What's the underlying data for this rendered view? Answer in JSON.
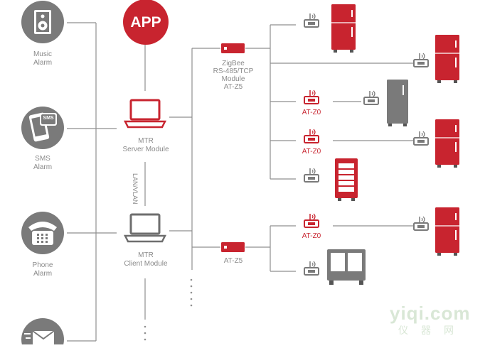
{
  "alarms": {
    "music": "Music\nAlarm",
    "sms": "SMS\nAlarm",
    "sms_icon_text": "SMS",
    "phone": "Phone\nAlarm"
  },
  "app": {
    "label": "APP"
  },
  "server": {
    "label": "MTR\nServer Module"
  },
  "client": {
    "label": "MTR\nClient Module"
  },
  "link": {
    "label": "LAN/VLAN"
  },
  "zigbee_module": {
    "label": "ZigBee\nRS-485/TCP\nModule\nAT-Z5"
  },
  "client_module": {
    "label": "AT-Z5"
  },
  "repeaters": [
    "AT-Z0",
    "AT-Z0",
    "AT-Z0"
  ],
  "watermark": {
    "text": "yiqi.com",
    "sub": "仪器网"
  },
  "colors": {
    "red": "#c8242f",
    "gray": "#7a7a7a",
    "line": "#8f8f8f"
  }
}
